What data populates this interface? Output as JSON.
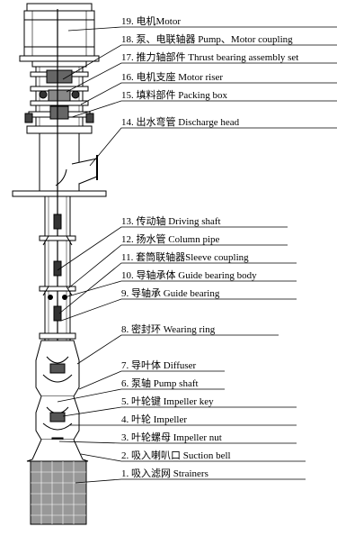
{
  "labels": [
    "19. 电机Motor",
    "18. 泵、电联轴器 Pump、Motor coupling",
    "17. 推力轴部件 Thrust bearing assembly set",
    "16. 电机支座 Motor riser",
    "15. 填料部件 Packing box",
    "14. 出水弯管 Discharge head",
    "13. 传动轴 Driving shaft",
    "12. 扬水管 Column pipe",
    "11. 套筒联轴器Sleeve coupling",
    "10. 导轴承体 Guide bearing body",
    "9. 导轴承  Guide bearing",
    "8. 密封环 Wearing ring",
    "7. 导叶体 Diffuser",
    "6. 泵轴 Pump shaft",
    "5. 叶轮键 Impeller key",
    "4. 叶轮  Impeller",
    "3. 叶轮螺母 Impeller nut",
    "2. 吸入喇叭口 Suction bell",
    "1. 吸入滤网 Strainers"
  ]
}
